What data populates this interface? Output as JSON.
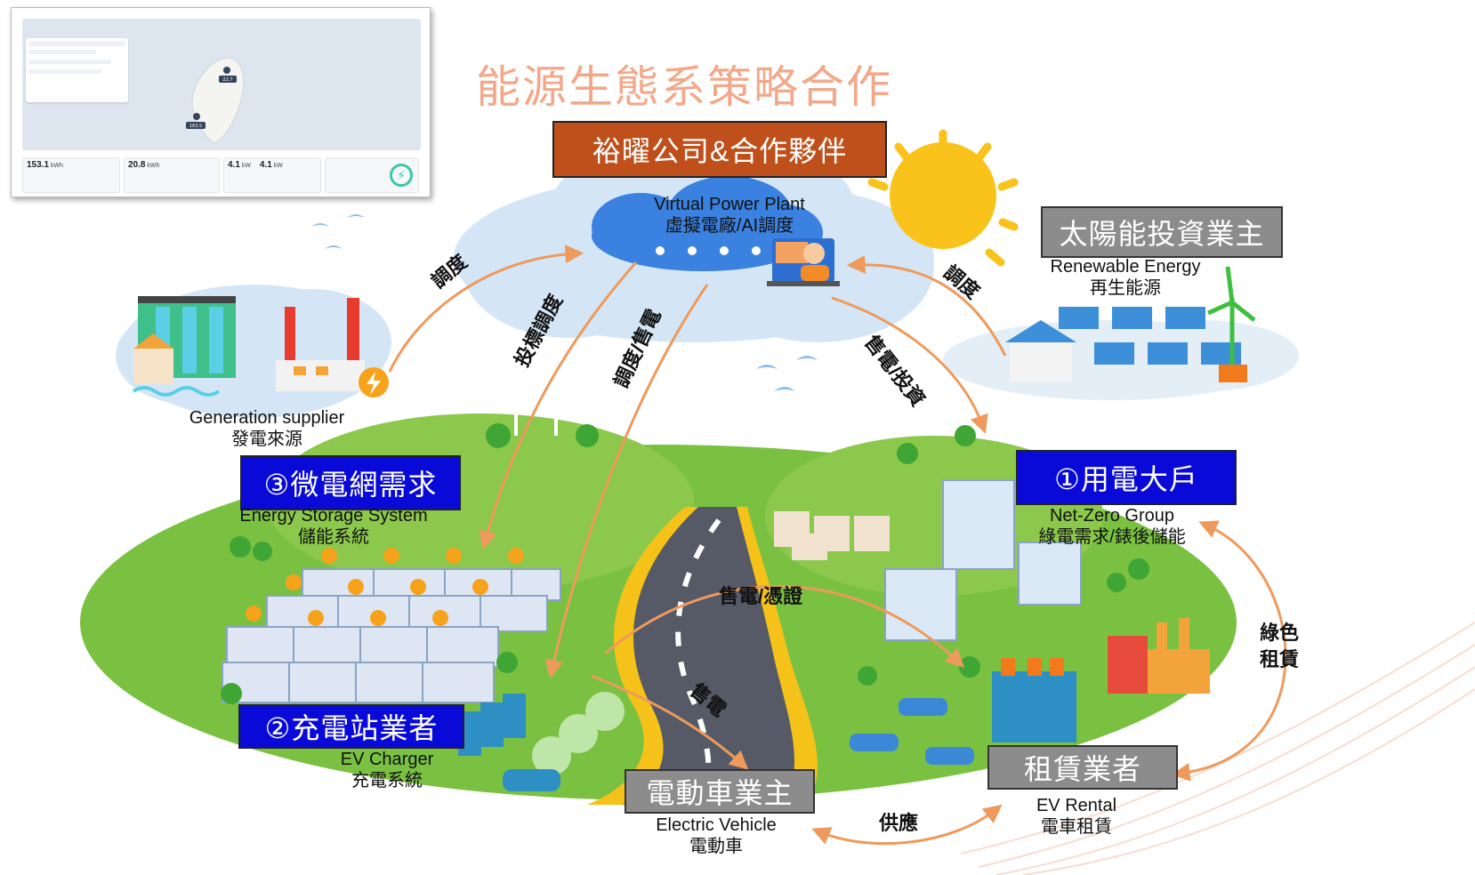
{
  "title": "能源生態系策略合作",
  "partner_box": "裕曜公司&合作夥伴",
  "cloud": {
    "line1": "Virtual Power Plant",
    "line2": "虛擬電廠/AI調度"
  },
  "solar_investor": {
    "box": "太陽能投資業主",
    "line1": "Renewable Energy",
    "line2": "再生能源"
  },
  "generation": {
    "line1": "Generation supplier",
    "line2": "發電來源"
  },
  "microgrid": {
    "box": "③微電網需求",
    "line1": "Energy Storage System",
    "line2": "儲能系統"
  },
  "large_user": {
    "box": "①用電大戶",
    "line1": "Net-Zero Group",
    "line2": "綠電需求/錶後儲能"
  },
  "charger": {
    "box": "②充電站業者",
    "line1": "EV Charger",
    "line2": "充電系統"
  },
  "ev_owner": {
    "box": "電動車業主",
    "line1": "Electric Vehicle",
    "line2": "電動車"
  },
  "rental": {
    "box": "租賃業者",
    "line1": "EV Rental",
    "line2": "電車租賃"
  },
  "arrows": {
    "dispatch_left": "調度",
    "dispatch_right": "調度",
    "bid_dispatch": "投標調度",
    "dispatch_sell": "調度/售電",
    "sell_invest": "售電/投資",
    "sell_cert": "售電/憑證",
    "sell": "售電",
    "supply": "供應",
    "green_rental": "綠色租賃"
  },
  "dashboard": {
    "cards": [
      {
        "value": "153.1",
        "unit": "kWh"
      },
      {
        "value": "20.8",
        "unit": "kWh"
      },
      {
        "value": "4.1",
        "unit": "kW"
      },
      {
        "value": "4.1",
        "unit": "kW"
      }
    ],
    "markers": [
      "22.7",
      "163.5"
    ]
  },
  "colors": {
    "title": "#f2a98b",
    "brown_box": "#c0501b",
    "grey_box": "#8c8c8c",
    "blue_box": "#0a0ad8",
    "arrow": "#ee9a5c",
    "grass": "#7ac142",
    "road": "#555a66",
    "road_edge": "#f5c21a",
    "sun": "#f9c31b",
    "cloud": "#cfe3f5"
  }
}
